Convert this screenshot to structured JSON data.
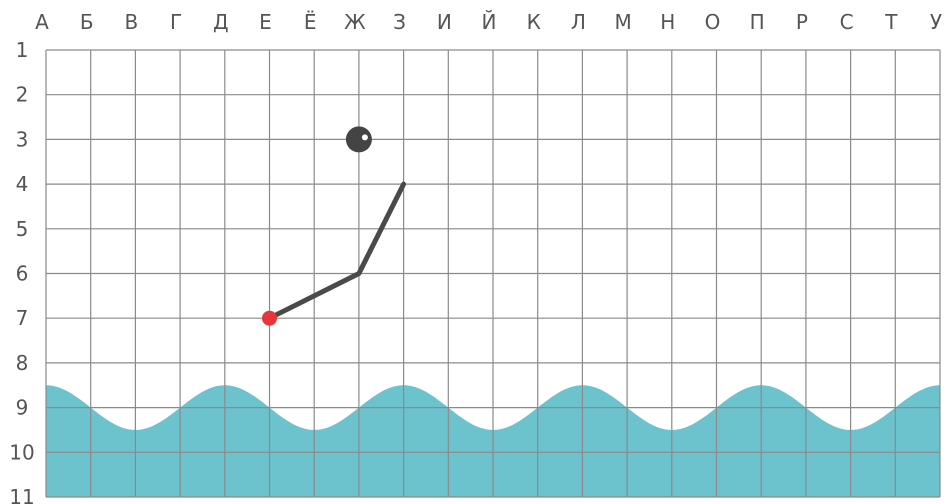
{
  "columns": [
    "А",
    "Б",
    "В",
    "Г",
    "Д",
    "Е",
    "Ё",
    "Ж",
    "З",
    "И",
    "Й",
    "К",
    "Л",
    "М",
    "Н",
    "О",
    "П",
    "Р",
    "С",
    "Т",
    "У"
  ],
  "rows": [
    "1",
    "2",
    "3",
    "4",
    "5",
    "6",
    "7",
    "8",
    "9",
    "10",
    "11"
  ],
  "colors": {
    "grid": "#8a8a8a",
    "label": "#555555",
    "water": "#6cc3cd",
    "rod": "#4a4a4a",
    "float": "#e8343a",
    "bomb": "#444444"
  },
  "game": {
    "rod_path": [
      {
        "col": "З",
        "row": 4
      },
      {
        "col": "Ж",
        "row": 6
      },
      {
        "col": "Е",
        "row": 7
      }
    ],
    "float_cell": {
      "col": "Е",
      "row": 7
    },
    "bomb_cell": {
      "col": "Ж",
      "row": 3
    },
    "water_crest_row": 8.5,
    "water_trough_row": 9.5,
    "water_period_cols": 4
  }
}
